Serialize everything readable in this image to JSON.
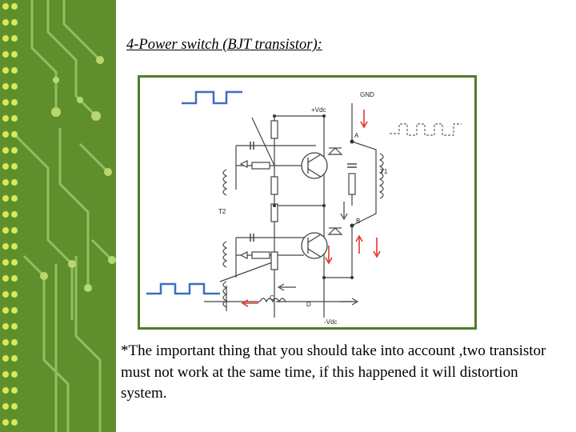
{
  "slide": {
    "title": "4-Power switch (BJT transistor):",
    "body_text": "*The important thing that you should take into account ,two transistor  must not work at the same time, if this happened it will distortion system."
  },
  "diagram": {
    "labels": {
      "vdc_plus": "+Vdc",
      "vdc_minus": "-Vdc",
      "gnd": "GND",
      "t1": "T1",
      "t2": "T2",
      "node_a": "A",
      "node_b": "B",
      "node_c": "C",
      "node_d": "D"
    }
  },
  "colors": {
    "sidebar_green": "#5f8f2c",
    "frame_green": "#4f7d2a",
    "waveform_blue": "#3a6fc4",
    "arrow_red": "#e03a2a"
  }
}
